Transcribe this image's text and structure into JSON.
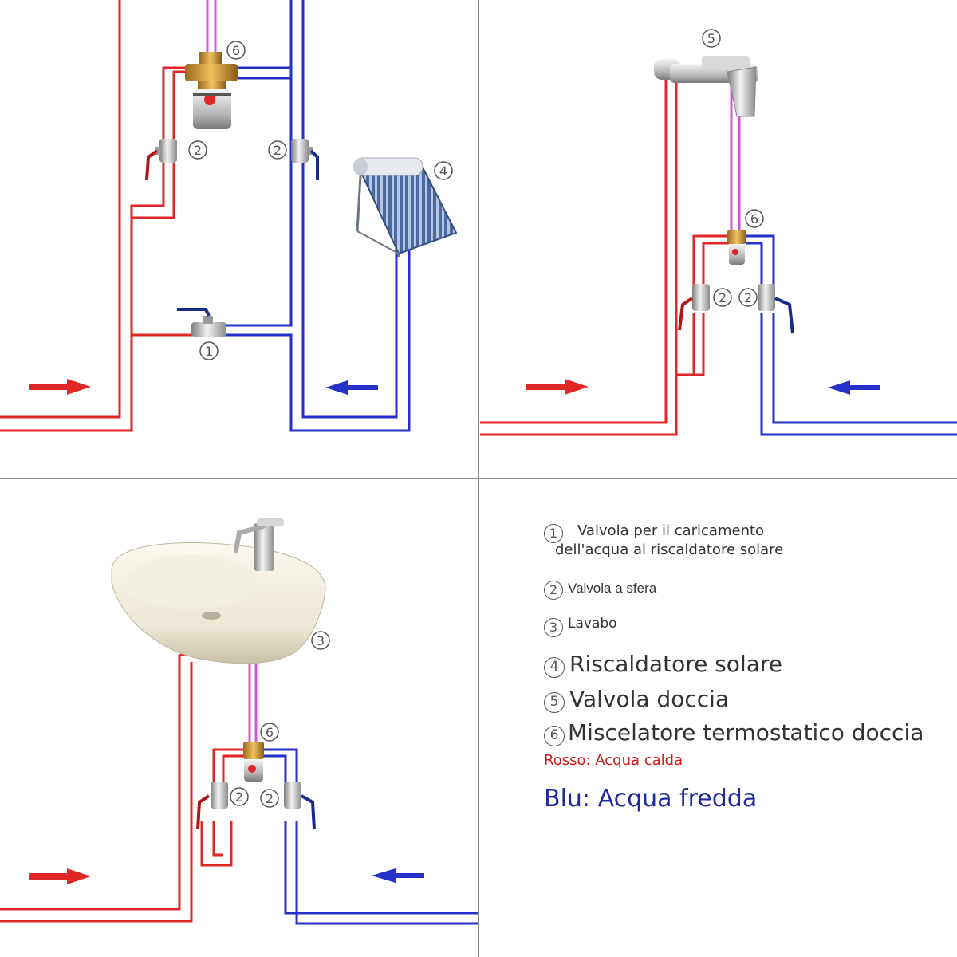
{
  "colors": {
    "hot_pipe": "#e02626",
    "cold_pipe": "#2430c8",
    "mixed_pipe": "#d455d8",
    "divider": "#888888",
    "hot_text": "#cc1c1c",
    "cold_text": "#1e2a9e"
  },
  "callouts": {
    "n1": "1",
    "n2": "2",
    "n3": "3",
    "n4": "4",
    "n5": "5",
    "n6": "6"
  },
  "legend": {
    "items": [
      {
        "number": "1",
        "label": "Valvola per il caricamento dell'acqua al riscaldatore solare"
      },
      {
        "number": "2",
        "label": "Valvola a sfera"
      },
      {
        "number": "3",
        "label": "Lavabo"
      },
      {
        "number": "4",
        "label": "Riscaldatore solare"
      },
      {
        "number": "5",
        "label": "Valvola doccia"
      },
      {
        "number": "6",
        "label": "Miscelatore termostatico doccia"
      }
    ],
    "hot_water": "Rosso: Acqua calda",
    "cold_water": "Blu: Acqua fredda"
  }
}
